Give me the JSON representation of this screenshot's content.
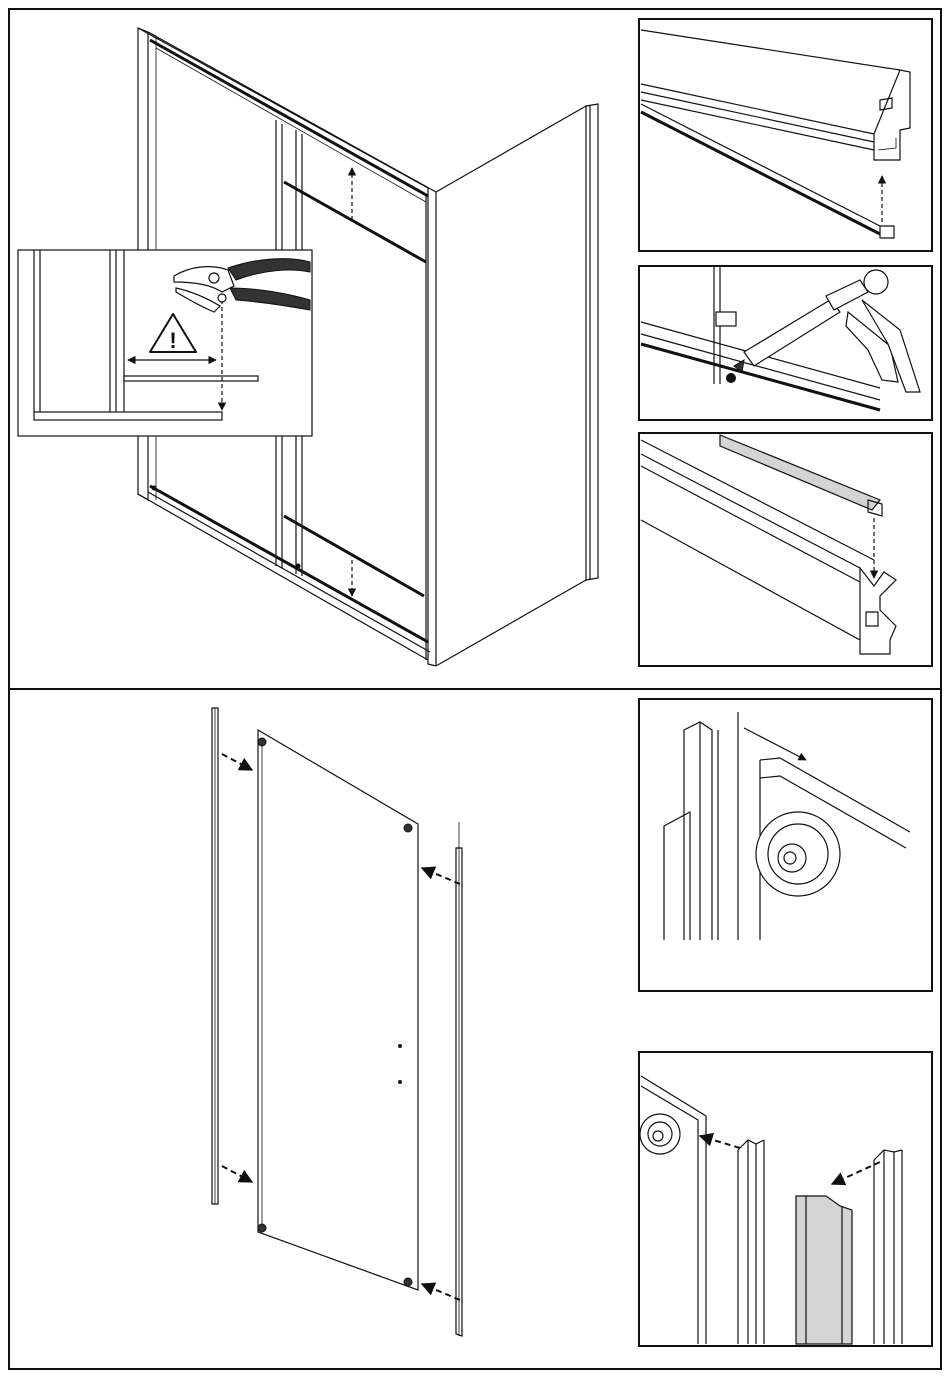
{
  "document": {
    "type": "assembly-instructions-page",
    "steps": [
      {
        "id": "step-top",
        "panels": [
          "frame-overview",
          "cut-profile-inset",
          "slide-seal-onto-rail",
          "apply-silicone",
          "insert-seal-into-track"
        ]
      },
      {
        "id": "step-bottom",
        "panels": [
          "attach-side-profiles-to-glass",
          "fix-roller-into-profile",
          "join-magnetic-profiles"
        ]
      }
    ],
    "symbols": {
      "warning": "warning-triangle-icon",
      "warning_glyph": "!",
      "tool_cut": "pruning-shears-icon",
      "tool_seal": "caulking-gun-icon"
    },
    "colors": {
      "line": "#111111",
      "background": "#ffffff",
      "profile_fill": "#d4d4d4",
      "handle_fill": "#333333"
    }
  }
}
